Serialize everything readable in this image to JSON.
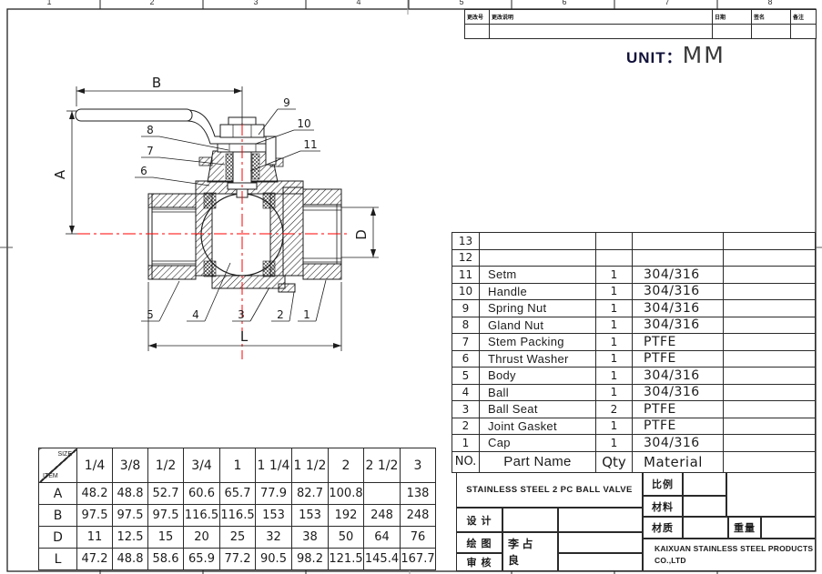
{
  "colors": {
    "line": "#1c1c1c",
    "centerline": "#ff0000",
    "paper": "#ffffff"
  },
  "sheet": {
    "unit_prefix": "UNIT：",
    "unit_value": "MM",
    "zone_numbers": [
      "1",
      "2",
      "3",
      "4",
      "5",
      "6",
      "7",
      "8"
    ]
  },
  "revision_table": {
    "headers": [
      "更改号",
      "更改说明",
      "日期",
      "签名",
      "备注"
    ]
  },
  "drawing": {
    "dim_labels": {
      "a": "A",
      "b": "B",
      "d": "D",
      "l": "L"
    },
    "callouts": [
      "1",
      "2",
      "3",
      "4",
      "5",
      "6",
      "7",
      "8",
      "9",
      "10",
      "11"
    ]
  },
  "parts_table": {
    "headers": {
      "no": "NO.",
      "name": "Part Name",
      "qty": "Qty",
      "material": "Material"
    },
    "rows": [
      {
        "no": "13",
        "name": "",
        "qty": "",
        "material": ""
      },
      {
        "no": "12",
        "name": "",
        "qty": "",
        "material": ""
      },
      {
        "no": "11",
        "name": "Setm",
        "qty": "1",
        "material": "304/316"
      },
      {
        "no": "10",
        "name": "Handle",
        "qty": "1",
        "material": "304/316"
      },
      {
        "no": "9",
        "name": "Spring Nut",
        "qty": "1",
        "material": "304/316"
      },
      {
        "no": "8",
        "name": "Gland  Nut",
        "qty": "1",
        "material": "304/316"
      },
      {
        "no": "7",
        "name": "Stem Packing",
        "qty": "1",
        "material": "PTFE"
      },
      {
        "no": "6",
        "name": "Thrust Washer",
        "qty": "1",
        "material": "PTFE"
      },
      {
        "no": "5",
        "name": "Body",
        "qty": "1",
        "material": "304/316"
      },
      {
        "no": "4",
        "name": "Ball",
        "qty": "1",
        "material": "304/316"
      },
      {
        "no": "3",
        "name": "Ball Seat",
        "qty": "2",
        "material": "PTFE"
      },
      {
        "no": "2",
        "name": "Joint Gasket",
        "qty": "1",
        "material": "PTFE"
      },
      {
        "no": "1",
        "name": "Cap",
        "qty": "1",
        "material": "304/316"
      }
    ]
  },
  "size_table": {
    "corner_top": "SIZE",
    "corner_bottom": "ITEM",
    "sizes": [
      "1/4",
      "3/8",
      "1/2",
      "3/4",
      "1",
      "1 1/4",
      "1 1/2",
      "2",
      "2 1/2",
      "3"
    ],
    "rows": [
      {
        "label": "A",
        "values": [
          "48.2",
          "48.8",
          "52.7",
          "60.6",
          "65.7",
          "77.9",
          "82.7",
          "100.8",
          "",
          "138"
        ]
      },
      {
        "label": "B",
        "values": [
          "97.5",
          "97.5",
          "97.5",
          "116.5",
          "116.5",
          "153",
          "153",
          "192",
          "248",
          "248"
        ]
      },
      {
        "label": "D",
        "values": [
          "11",
          "12.5",
          "15",
          "20",
          "25",
          "32",
          "38",
          "50",
          "64",
          "76"
        ]
      },
      {
        "label": "L",
        "values": [
          "47.2",
          "48.8",
          "58.6",
          "65.9",
          "77.2",
          "90.5",
          "98.2",
          "121.5",
          "145.4",
          "167.7"
        ]
      }
    ]
  },
  "title_block": {
    "drawing_title": "STAINLESS  STEEL  2 PC BALL VALVE",
    "scale_label": "比例",
    "material_label": "材料",
    "material2_label": "材质",
    "weight_label": "重量",
    "design_label": "设  计",
    "draft_label": "绘  图",
    "audit_label": "审  核",
    "draft_name_line1": "李 占",
    "draft_name_line2": "良",
    "company_line1": "KAIXUAN STAINLESS STEEL PRODUCTS",
    "company_line2": "CO.,LTD"
  }
}
